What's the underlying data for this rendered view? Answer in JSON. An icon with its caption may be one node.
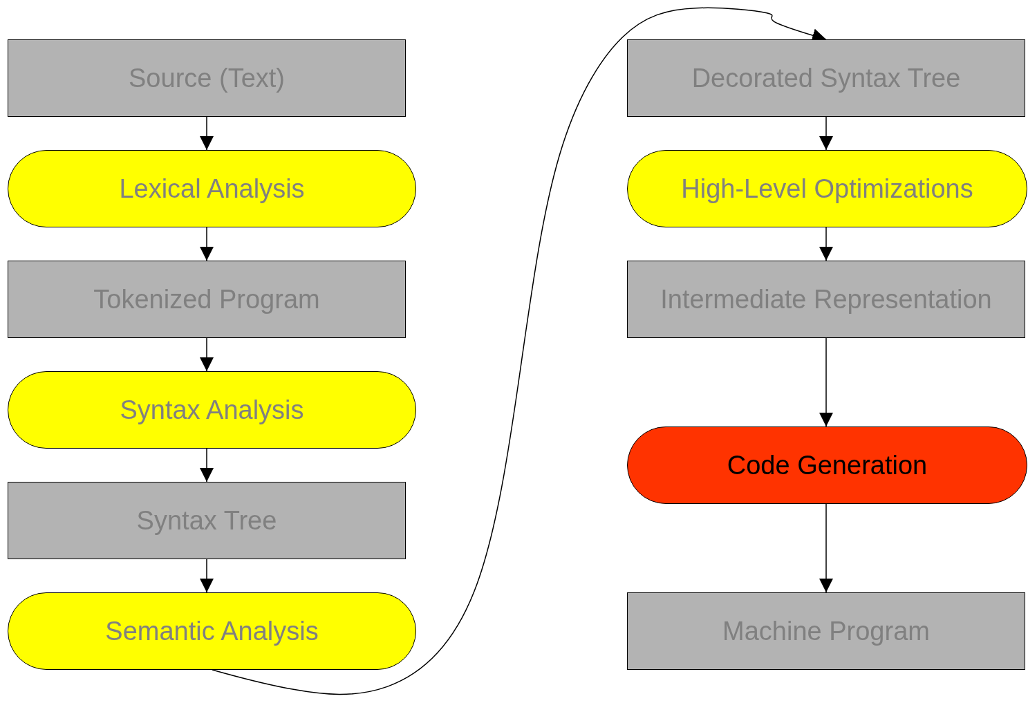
{
  "diagram": {
    "nodes": [
      {
        "text": [
          "Source (Text)"
        ]
      },
      {
        "text": [
          "Lexical Analysis"
        ]
      },
      {
        "text": [
          "Tokenized Program"
        ]
      },
      {
        "text": [
          "Syntax Analysis"
        ]
      },
      {
        "text": [
          "Syntax Tree"
        ]
      },
      {
        "text": [
          "Semantic Analysis"
        ]
      },
      {
        "text": [
          "Decorated Syntax Tree"
        ]
      },
      {
        "text": [
          "High-Level Optimizations"
        ]
      },
      {
        "text": [
          "Intermediate Representation"
        ]
      },
      {
        "text": [
          "Code Generation"
        ]
      },
      {
        "text": [
          "Machine Program"
        ]
      }
    ],
    "edges": [
      {
        "from": 0,
        "to": 1,
        "arrow": "to"
      },
      {
        "from": 1,
        "to": 2,
        "arrow": "to"
      },
      {
        "from": 2,
        "to": 3,
        "arrow": "to"
      },
      {
        "from": 3,
        "to": 4,
        "arrow": "to"
      },
      {
        "from": 4,
        "to": 5,
        "arrow": "to"
      },
      {
        "from": 5,
        "to": 6,
        "arrow": "to"
      },
      {
        "from": 6,
        "to": 7,
        "arrow": "to"
      },
      {
        "from": 7,
        "to": 8,
        "arrow": "to"
      },
      {
        "from": 8,
        "to": 9,
        "arrow": "to"
      },
      {
        "from": 9,
        "to": 10,
        "arrow": "to"
      }
    ]
  }
}
